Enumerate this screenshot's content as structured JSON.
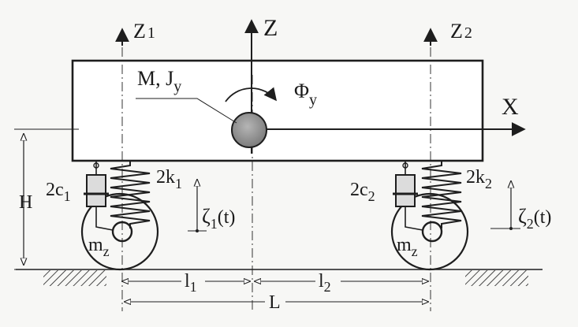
{
  "labels": {
    "z_axis": "Z",
    "z1_axis": "Z",
    "z1_sub": "1",
    "z2_axis": "Z",
    "z2_sub": "2",
    "x_axis": "X",
    "mass_main": "M, J",
    "mass_sub": "y",
    "rotation_main": "Φ",
    "rotation_sub": "y",
    "height": "H",
    "damper1_main": "2c",
    "damper1_sub": "1",
    "spring1_main": "2k",
    "spring1_sub": "1",
    "damper2_main": "2c",
    "damper2_sub": "2",
    "spring2_main": "2k",
    "spring2_sub": "2",
    "excitation1_main": "ζ",
    "excitation1_sub": "1",
    "excitation1_tail": "(t)",
    "excitation2_main": "ζ",
    "excitation2_sub": "2",
    "excitation2_tail": "(t)",
    "wheel_mass1_main": "m",
    "wheel_mass1_sub": "z",
    "wheel_mass2_main": "m",
    "wheel_mass2_sub": "z",
    "dim_l1_main": "l",
    "dim_l1_sub": "1",
    "dim_l2_main": "l",
    "dim_l2_sub": "2",
    "dim_total": "L"
  },
  "colors": {
    "ink": "#1e1e1e",
    "paper": "#f7f7f5",
    "body_fill": "#ffffff",
    "damper_fill": "#dcdcdc",
    "center_mass_fill": "#8f8f8f"
  }
}
